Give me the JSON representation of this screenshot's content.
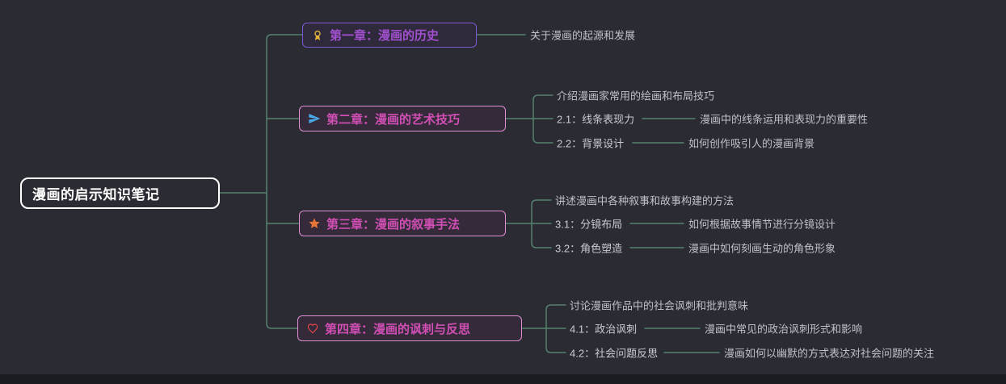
{
  "root": {
    "label": "漫画的启示知识笔记"
  },
  "colors": {
    "background": "#2b2b33",
    "connector_line": "#55826e",
    "root_border": "#ffffff",
    "chapter1_border": "#7d5ad2",
    "chapter1_title": "#a24fd0",
    "chapter_border": "#df8ed2",
    "chapter_title": "#d14fb4",
    "body_text": "#c9cad4"
  },
  "chapters": [
    {
      "title": "第一章：漫画的历史",
      "icon": "medal-icon",
      "icon_color": "#e8b53a",
      "note": "关于漫画的起源和发展",
      "children": []
    },
    {
      "title": "第二章：漫画的艺术技巧",
      "icon": "paper-plane-icon",
      "icon_color": "#4aa8e8",
      "note": "介绍漫画家常用的绘画和布局技巧",
      "children": [
        {
          "label": "2.1：线条表现力",
          "note": "漫画中的线条运用和表现力的重要性"
        },
        {
          "label": "2.2：背景设计",
          "note": "如何创作吸引人的漫画背景"
        }
      ]
    },
    {
      "title": "第三章：漫画的叙事手法",
      "icon": "star-icon",
      "icon_color": "#e87438",
      "note": "讲述漫画中各种叙事和故事构建的方法",
      "children": [
        {
          "label": "3.1：分镜布局",
          "note": "如何根据故事情节进行分镜设计"
        },
        {
          "label": "3.2：角色塑造",
          "note": "漫画中如何刻画生动的角色形象"
        }
      ]
    },
    {
      "title": "第四章：漫画的讽刺与反思",
      "icon": "heart-icon",
      "icon_color": "#e04848",
      "note": "讨论漫画作品中的社会讽刺和批判意味",
      "children": [
        {
          "label": "4.1：政治讽刺",
          "note": "漫画中常见的政治讽刺形式和影响"
        },
        {
          "label": "4.2：社会问题反思",
          "note": "漫画如何以幽默的方式表达对社会问题的关注"
        }
      ]
    }
  ]
}
